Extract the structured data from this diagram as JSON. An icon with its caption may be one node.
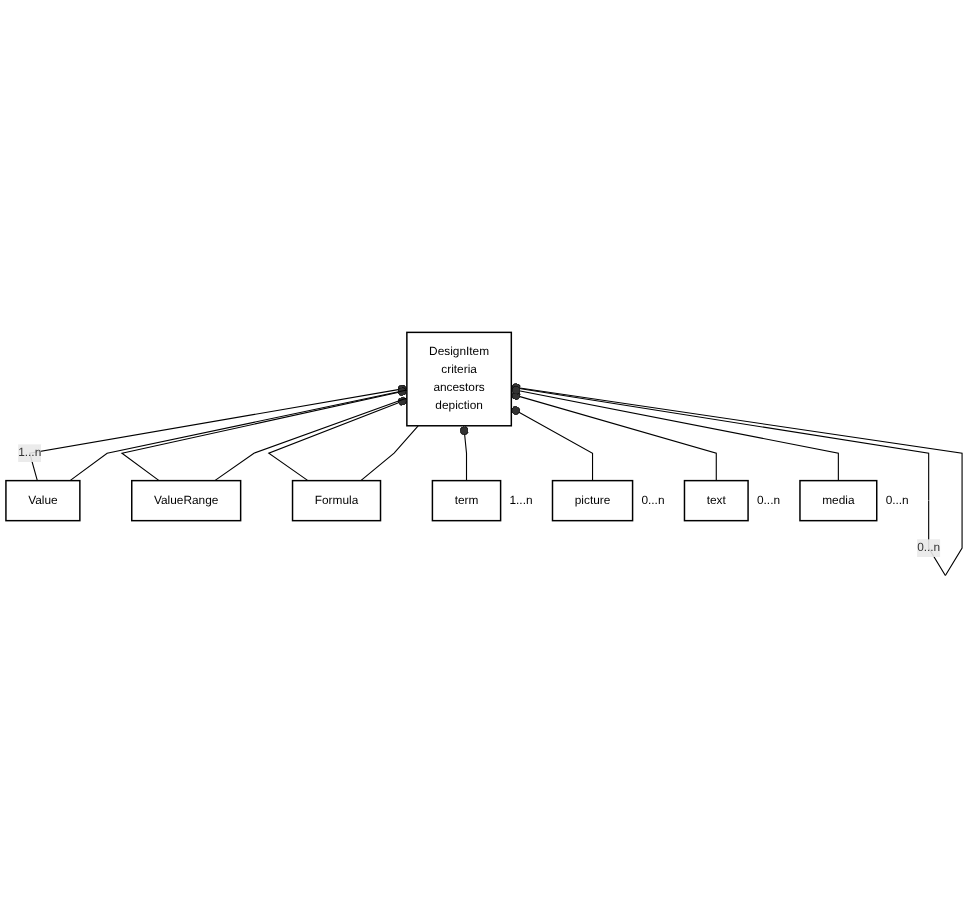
{
  "diagram": {
    "nodes": [
      {
        "text": [
          "DesignItem",
          "criteria",
          "ancestors",
          "depiction"
        ]
      },
      {
        "text": [
          "Value"
        ]
      },
      {
        "text": [
          "ValueRange"
        ]
      },
      {
        "text": [
          "Formula"
        ]
      },
      {
        "text": [
          "term"
        ],
        "beside": [
          "1...n"
        ]
      },
      {
        "text": [
          "picture"
        ],
        "beside": [
          "0...n"
        ]
      },
      {
        "text": [
          "text"
        ],
        "beside": [
          "0...n"
        ]
      },
      {
        "text": [
          "media"
        ],
        "beside": [
          "0...n"
        ]
      }
    ],
    "edges": [
      {
        "from": 0,
        "to": 1,
        "arrow": "other",
        "label": "1...n"
      },
      {
        "from": 0,
        "to": 2,
        "arrow": "other"
      },
      {
        "from": 0,
        "to": 3,
        "arrow": "other"
      },
      {
        "from": 0,
        "to": 0,
        "arrow": "other",
        "label": "0...n"
      },
      {
        "from": 0,
        "to": 4,
        "arrow": "other"
      },
      {
        "from": 0,
        "to": 5,
        "arrow": "other"
      },
      {
        "from": 0,
        "to": 6,
        "arrow": "other"
      },
      {
        "from": 0,
        "to": 7,
        "arrow": "other"
      },
      {
        "from": 0,
        "to": 1,
        "arrow": "none"
      },
      {
        "from": 0,
        "to": 2,
        "arrow": "none"
      },
      {
        "from": 0,
        "to": 3,
        "arrow": "none"
      }
    ]
  }
}
